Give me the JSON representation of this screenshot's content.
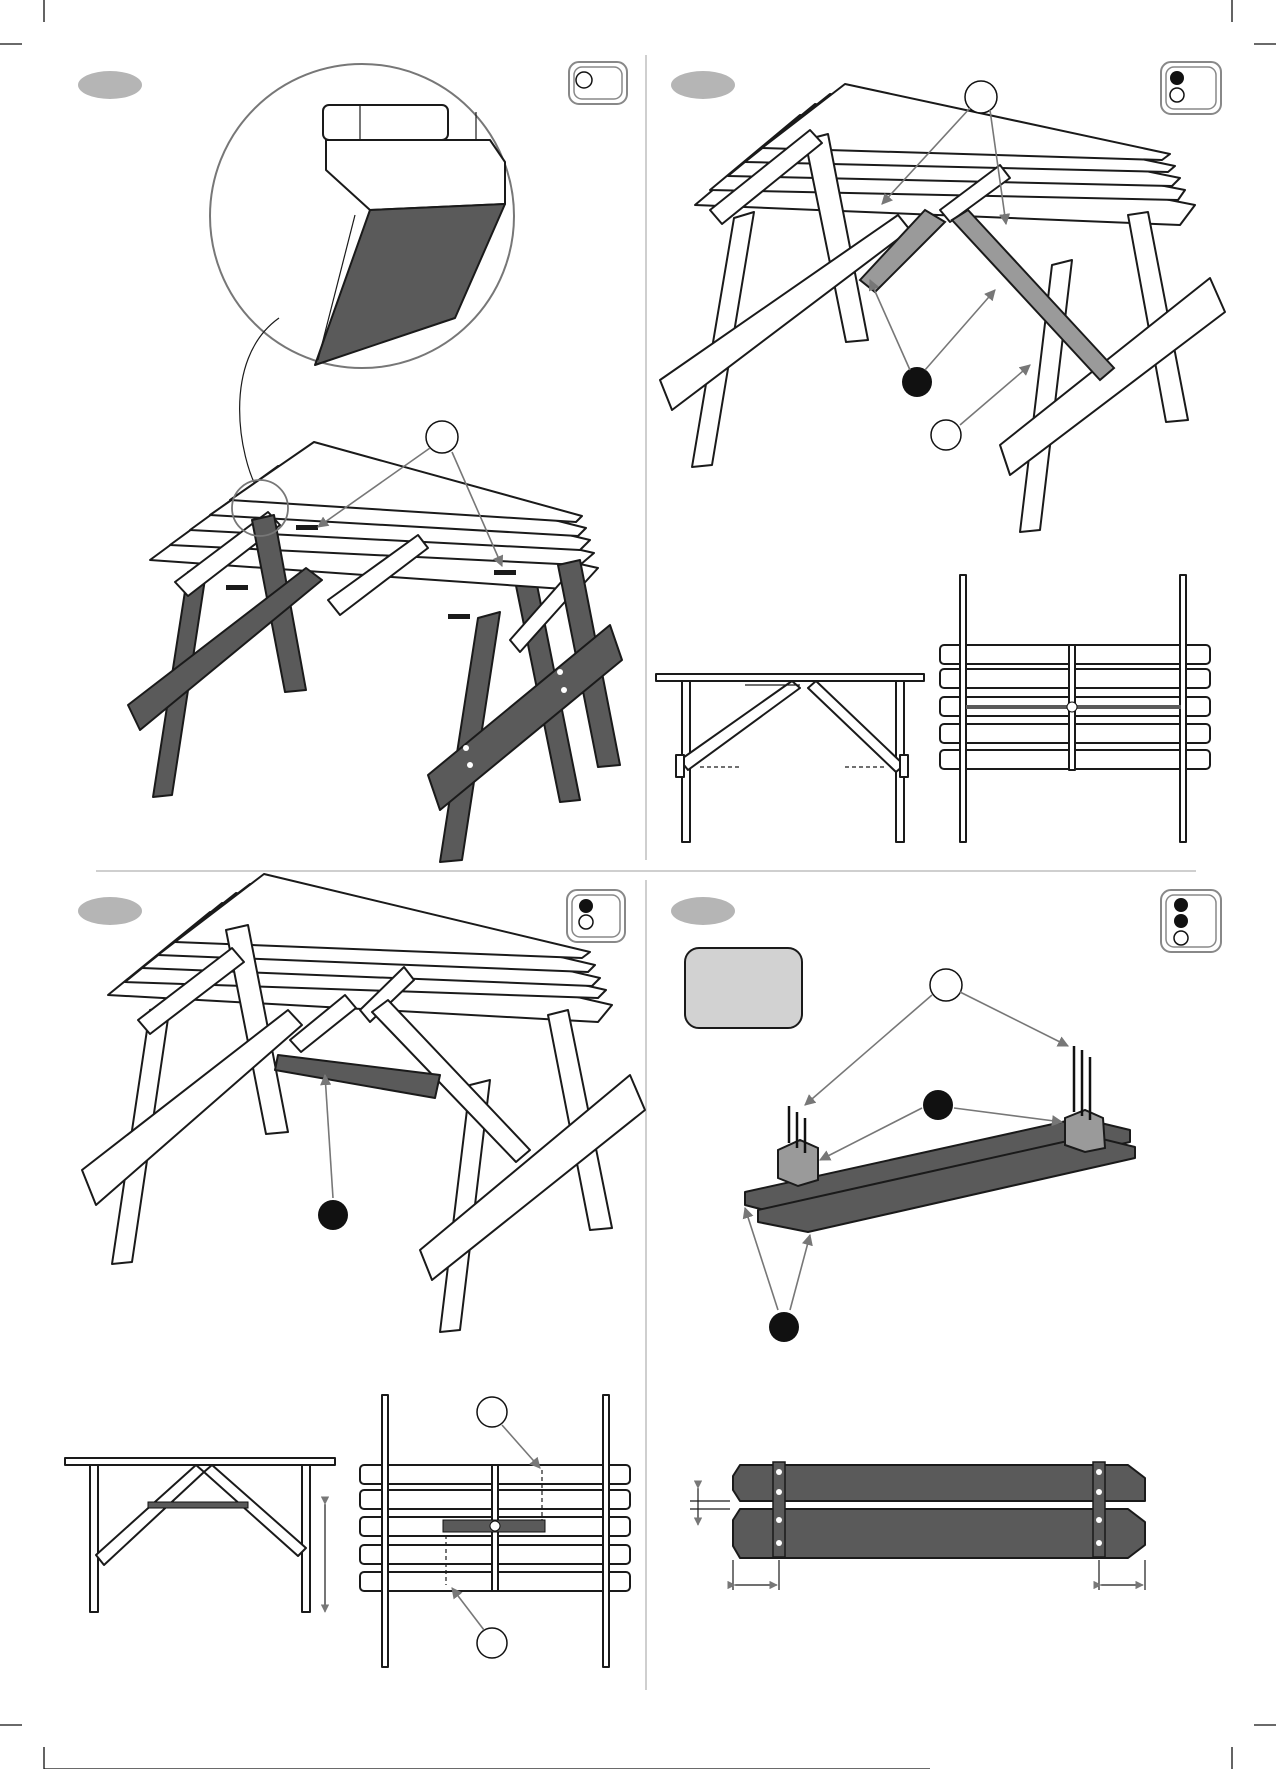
{
  "colors": {
    "line": "#1a1a1a",
    "part_dark": "#5a5a5a",
    "part_mid": "#9a9a9a",
    "step_badge": "#b5b5b5",
    "arrow": "#777777",
    "callout_box": "#d2d2d2"
  },
  "panels": [
    {
      "id": "panel-top-left",
      "position": "top-left",
      "step_badge_text": "",
      "person_indicator": {
        "filled": 0,
        "empty": 1
      },
      "icons": [
        "magnifier-circle-icon",
        "bolt-callout-icon"
      ]
    },
    {
      "id": "panel-top-right",
      "position": "top-right",
      "step_badge_text": "",
      "person_indicator": {
        "filled": 1,
        "empty": 1
      },
      "icons": [
        "part-callout-icon",
        "bolt-callout-icon"
      ]
    },
    {
      "id": "panel-bottom-left",
      "position": "bottom-left",
      "step_badge_text": "",
      "person_indicator": {
        "filled": 1,
        "empty": 1
      },
      "icons": [
        "part-callout-icon",
        "bolt-callout-icon"
      ]
    },
    {
      "id": "panel-bottom-right",
      "position": "bottom-right",
      "step_badge_text": "",
      "person_indicator": {
        "filled": 2,
        "empty": 1
      },
      "icons": [
        "part-callout-icon",
        "screw-callout-icon",
        "note-box-icon"
      ]
    }
  ]
}
